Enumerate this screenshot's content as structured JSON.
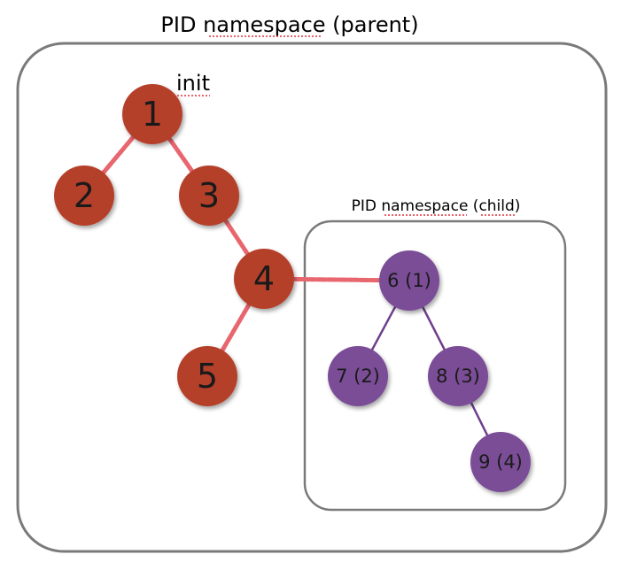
{
  "parent_namespace": {
    "title": "PID namespace (parent)",
    "init_label": "init"
  },
  "child_namespace": {
    "title": "PID namespace (child)"
  },
  "nodes": [
    {
      "id": "1",
      "label": "1"
    },
    {
      "id": "2",
      "label": "2"
    },
    {
      "id": "3",
      "label": "3"
    },
    {
      "id": "4",
      "label": "4"
    },
    {
      "id": "5",
      "label": "5"
    },
    {
      "id": "6",
      "label": "6 (1)"
    },
    {
      "id": "7",
      "label": "7 (2)"
    },
    {
      "id": "8",
      "label": "8 (3)"
    },
    {
      "id": "9",
      "label": "9 (4)"
    }
  ],
  "edges": [
    {
      "from": "1",
      "to": "2"
    },
    {
      "from": "1",
      "to": "3"
    },
    {
      "from": "3",
      "to": "4"
    },
    {
      "from": "4",
      "to": "5"
    },
    {
      "from": "4",
      "to": "6"
    },
    {
      "from": "6",
      "to": "7"
    },
    {
      "from": "6",
      "to": "8"
    },
    {
      "from": "8",
      "to": "9"
    }
  ],
  "colors": {
    "parent_node": "#b5402c",
    "child_node": "#7a4d96",
    "parent_edge": "#e8666e",
    "child_edge": "#6e3f8c",
    "box_border": "#7a7a7a"
  }
}
